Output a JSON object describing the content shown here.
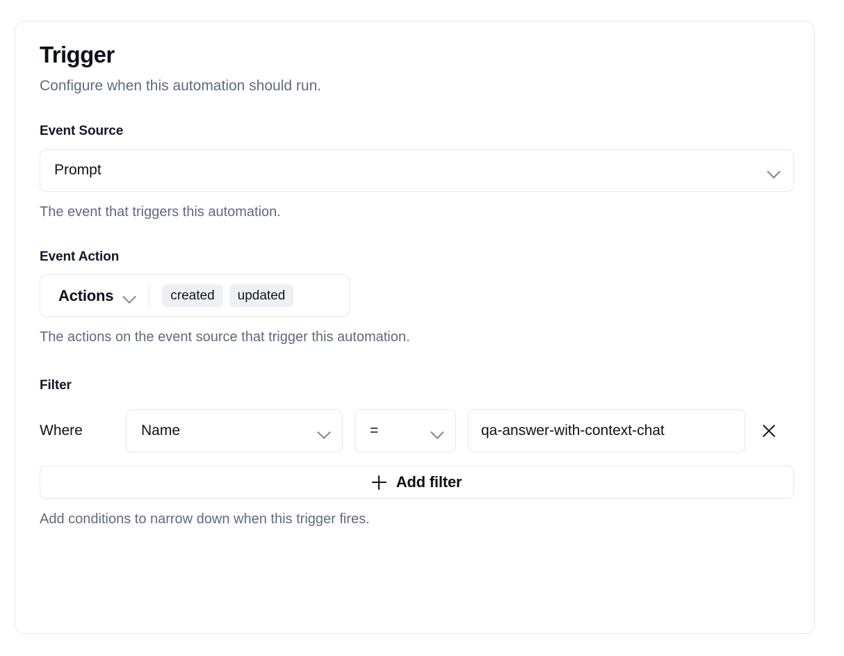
{
  "card": {
    "title": "Trigger",
    "subtitle": "Configure when this automation should run."
  },
  "event_source": {
    "label": "Event Source",
    "value": "Prompt",
    "help": "The event that triggers this automation.",
    "chevron_icon": "chevron-down-icon"
  },
  "event_action": {
    "label": "Event Action",
    "dropdown_label": "Actions",
    "chips": [
      "created",
      "updated"
    ],
    "help": "The actions on the event source that trigger this automation.",
    "chevron_icon": "chevron-down-icon"
  },
  "filter": {
    "label": "Filter",
    "where_label": "Where",
    "field_value": "Name",
    "operator_value": "=",
    "value": "qa-answer-with-context-chat",
    "remove_icon": "close-icon",
    "add_filter_label": "Add filter",
    "add_filter_icon": "plus-icon",
    "help": "Add conditions to narrow down when this trigger fires."
  },
  "colors": {
    "text_primary": "#0d1117",
    "text_muted": "#5e6a7e",
    "border": "#e6e8ee",
    "chip_bg": "#eef0f6",
    "surface": "#ffffff"
  }
}
